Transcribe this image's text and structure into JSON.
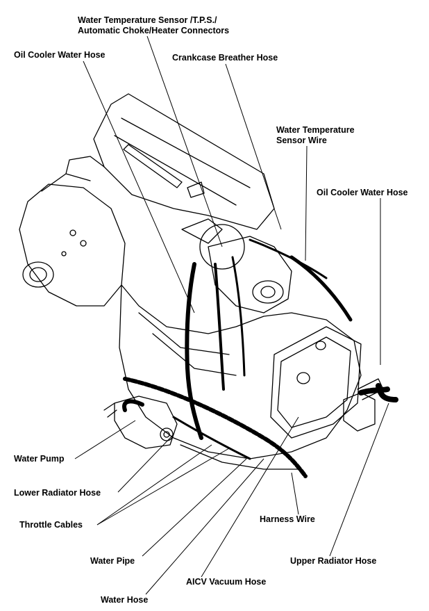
{
  "labels": {
    "water_temp_sensor_tps_line1": "Water Temperature Sensor /T.P.S./",
    "water_temp_sensor_tps_line2": "Automatic Choke/Heater Connectors",
    "oil_cooler_water_hose_left": "Oil Cooler Water Hose",
    "crankcase_breather_hose": "Crankcase Breather Hose",
    "water_temp_sensor_wire_line1": "Water Temperature",
    "water_temp_sensor_wire_line2": "Sensor Wire",
    "oil_cooler_water_hose_right": "Oil Cooler Water Hose",
    "water_pump": "Water Pump",
    "lower_radiator_hose": "Lower Radiator Hose",
    "throttle_cables": "Throttle Cables",
    "harness_wire": "Harness Wire",
    "water_pipe": "Water Pipe",
    "upper_radiator_hose": "Upper Radiator Hose",
    "aicv_vacuum_hose": "AICV Vacuum Hose",
    "water_hose": "Water Hose"
  },
  "colors": {
    "ink": "#000000",
    "paper": "#ffffff"
  }
}
